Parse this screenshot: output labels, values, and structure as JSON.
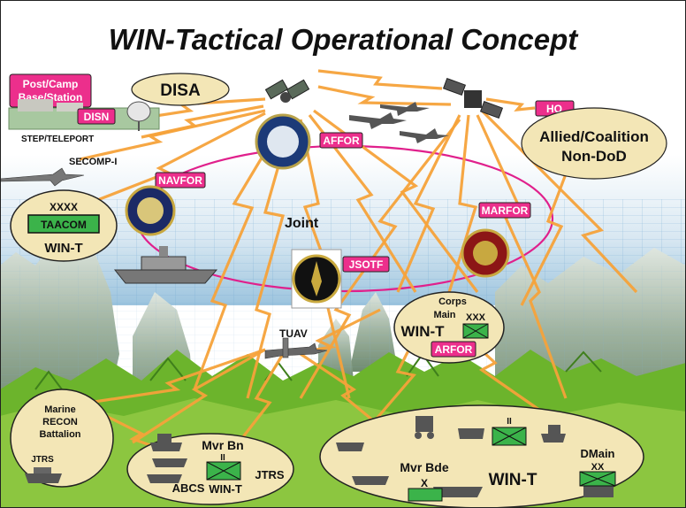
{
  "title": "WIN-Tactical Operational Concept",
  "labels": {
    "post_camp": [
      "Post/Camp",
      "Base/Station"
    ],
    "disa": "DISA",
    "disn": "DISN",
    "step_teleport": "STEP/TELEPORT",
    "secomp": "SECOMP-I",
    "affor": "AFFOR",
    "hq": "HQ",
    "allied": [
      "Allied/Coalition",
      "Non-DoD"
    ],
    "navfor": "NAVFOR",
    "marfor": "MARFOR",
    "xxxx": "XXXX",
    "taacom": "TAACOM",
    "wint_left": "WIN-T",
    "joint": "Joint",
    "jsotf": "JSOTF",
    "corps_main": [
      "Corps",
      "Main"
    ],
    "xxx": "XXX",
    "wint_corps": "WIN-T",
    "arfor": "ARFOR",
    "tuav": "TUAV",
    "marine": [
      "Marine",
      "RECON",
      "Battalion"
    ],
    "jtrs_left": "JTRS",
    "mvr_bn": "Mvr Bn",
    "mvr_bn_echelon": "II",
    "abcs": "ABCS",
    "wint_bn": "WIN-T",
    "jtrs_bn": "JTRS",
    "bde_echelon": "II",
    "mvr_bde": "Mvr Bde",
    "mvr_bde_echelon": "X",
    "wint_bde": "WIN-T",
    "dmain": "DMain",
    "dmain_echelon": "XX"
  },
  "colors": {
    "tag_fill": "#ec2f8c",
    "node_ellipse": "#f3e6b6",
    "bolt": "#f5a23a",
    "ring": "#e0208c",
    "sky": "#c6dceb",
    "grass": "#6cb42c",
    "unit_box": "#3bb34a"
  },
  "icons": [
    "satellite-icon",
    "jet-icon",
    "air-force-seal-icon",
    "navy-seal-icon",
    "marine-corps-seal-icon",
    "socom-seal-icon",
    "dish-antenna-icon",
    "ship-icon",
    "uav-icon",
    "vehicle-icon",
    "mountain-terrain"
  ]
}
